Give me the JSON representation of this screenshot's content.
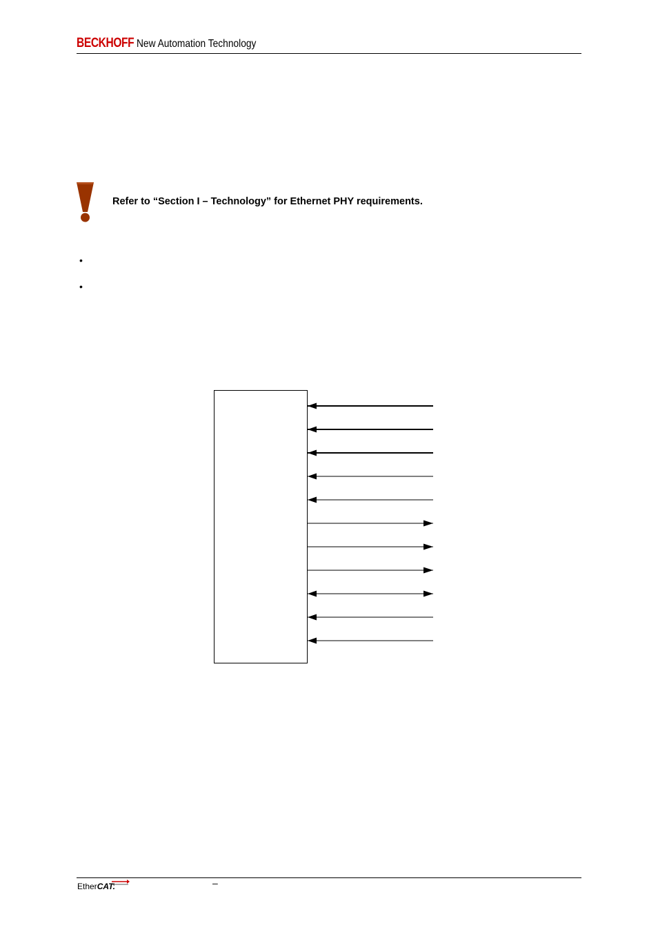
{
  "header": {
    "brand": "BECKHOFF",
    "tagline": "New Automation Technology",
    "brand_color": "#cc0000"
  },
  "note": {
    "icon": "exclamation-icon",
    "icon_color": "#993300",
    "text": "Refer to “Section I – Technology” for Ethernet PHY requirements."
  },
  "bullets": [
    "•",
    "•"
  ],
  "diagram": {
    "signals": [
      {
        "direction": "in"
      },
      {
        "direction": "in"
      },
      {
        "direction": "in"
      },
      {
        "direction": "in"
      },
      {
        "direction": "in"
      },
      {
        "direction": "out"
      },
      {
        "direction": "out"
      },
      {
        "direction": "out"
      },
      {
        "direction": "bidirectional"
      },
      {
        "direction": "in"
      },
      {
        "direction": "in"
      }
    ]
  },
  "footer": {
    "logo_prefix": "Ether",
    "logo_suffix": "CAT.",
    "logo_accent": "#cc0000",
    "dash": "–"
  }
}
